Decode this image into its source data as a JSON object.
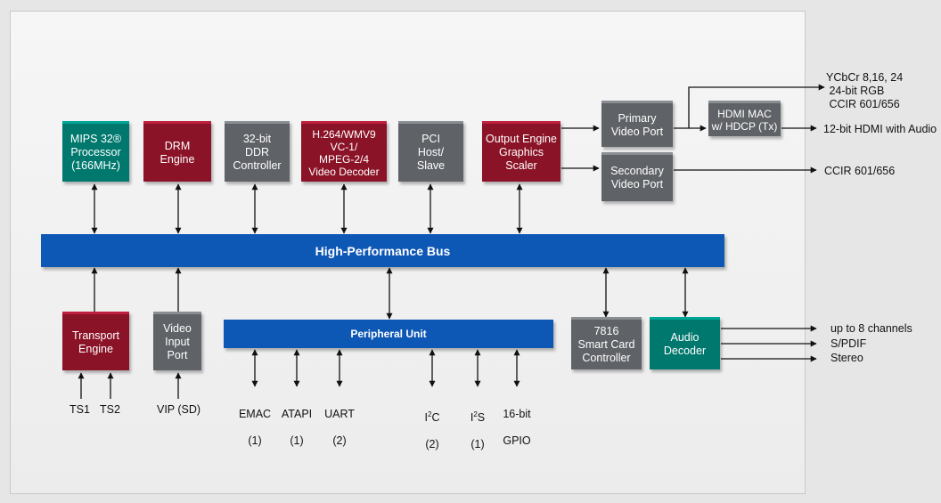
{
  "blocks": {
    "mips": "MIPS 32®\nProcessor\n(166MHz)",
    "drm": "DRM\nEngine",
    "ddr": "32-bit\nDDR\nController",
    "video_decoder": "H.264/WMV9\nVC-1/\nMPEG-2/4\nVideo Decoder",
    "pci": "PCI\nHost/\nSlave",
    "output_engine": "Output Engine\nGraphics\nScaler",
    "primary_video": "Primary\nVideo Port",
    "secondary_video": "Secondary\nVideo Port",
    "hdmi_mac": "HDMI MAC\nw/ HDCP (Tx)",
    "transport": "Transport\nEngine",
    "video_input": "Video\nInput\nPort",
    "smart_card": "7816\nSmart Card\nController",
    "audio_decoder": "Audio\nDecoder"
  },
  "buses": {
    "high_performance": "High-Performance Bus",
    "peripheral": "Peripheral Unit"
  },
  "outputs": {
    "ycbcr": "YCbCr 8,16, 24\n 24-bit RGB\n CCIR 601/656",
    "hdmi": "12-bit HDMI with Audio",
    "ccir": "CCIR 601/656",
    "channels": "up to 8 channels",
    "spdif": "S/PDIF",
    "stereo": "Stereo"
  },
  "io": {
    "ts1": "TS1",
    "ts2": "TS2",
    "vip": "VIP (SD)",
    "emac_name": "EMAC",
    "emac_count": "(1)",
    "atapi_name": "ATAPI",
    "atapi_count": "(1)",
    "uart_name": "UART",
    "uart_count": "(2)",
    "i2c_prefix": "I",
    "i2c_sup": "2",
    "i2c_suffix": "C",
    "i2c_count": "(2)",
    "i2s_prefix": "I",
    "i2s_sup": "2",
    "i2s_suffix": "S",
    "i2s_count": "(1)",
    "gpio_name": "16-bit",
    "gpio_sub": "GPIO"
  },
  "colors": {
    "teal": "#00786e",
    "red": "#8b1327",
    "gray": "#5f6266",
    "bus_blue": "#0d57b5"
  }
}
